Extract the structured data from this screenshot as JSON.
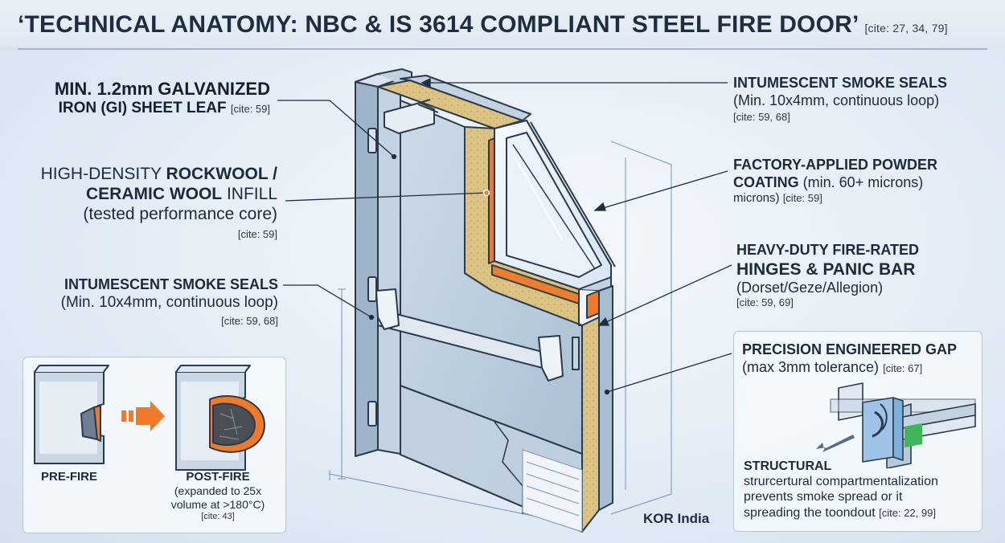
{
  "title": {
    "main": "‘TECHNICAL ANATOMY: NBC & IS 3614 COMPLIANT STEEL FIRE DOOR’",
    "cite": "[cite: 27, 34, 79]"
  },
  "callouts": {
    "gi_sheet": {
      "line1": "MIN. 1.2mm GALVANIZED",
      "line2": "IRON (GI) SHEET LEAF",
      "cite": "[cite: 59]"
    },
    "infill": {
      "prefix": "HIGH-DENSITY ",
      "bold1": "ROCKWOOL /",
      "bold2": "CERAMIC WOOL",
      "suffix": " INFILL",
      "line3": "(tested performance core)",
      "cite": "[cite: 59]"
    },
    "seals_left": {
      "title": "INTUMESCENT SMOKE SEALS",
      "detail": "(Min. 10x4mm, continuous loop)",
      "cite": "[cite: 59, 68]"
    },
    "seals_right": {
      "title": "INTUMESCENT SMOKE SEALS",
      "detail": "(Min. 10x4mm, continuous loop)",
      "cite": "[cite: 59, 68]"
    },
    "coating": {
      "line1": "FACTORY-APPLIED POWDER",
      "line2_bold": "COATING",
      "line2_rest": " (min. 60+ microns)",
      "line3": "microns)",
      "cite": "[cite: 59]"
    },
    "hinges": {
      "line1": "HEAVY-DUTY FIRE-RATED",
      "line2": "HINGES & PANIC BAR",
      "line3": "(Dorset/Geze/Allegion)",
      "cite": "[cite: 59, 69]"
    }
  },
  "seal_panel": {
    "pre_label": "PRE-FIRE",
    "post_label": "POST-FIRE",
    "post_detail1": "(expanded to 25x",
    "post_detail2": "volume at >180°C)",
    "cite": "[cite: 43]"
  },
  "gap_panel": {
    "title": "PRECISION ENGINEERED GAP",
    "detail": "(max 3mm tolerance)",
    "cite": "[cite: 67]",
    "structural_title": "STRUCTURAL",
    "line1": "strurcertural compartmentalization",
    "line2": "prevents smoke spread or it",
    "line3": "spreading the toondout",
    "line3_cite": "[cite: 22, 99]"
  },
  "brand": "KOR India",
  "colors": {
    "steel": "#b7c9db",
    "steel_dark": "#7e95ad",
    "rockwool": "#dcc383",
    "intumescent": "#f07a2a",
    "outline": "#2b3a4c",
    "panel_border": "#b3c8de"
  }
}
